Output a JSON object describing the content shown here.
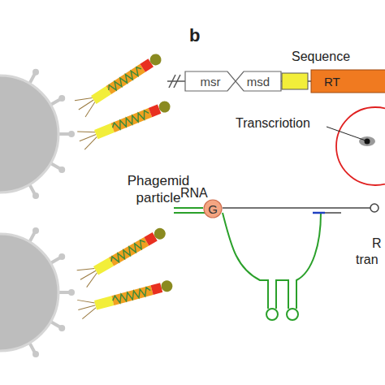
{
  "diagram": {
    "nodes": [
      {
        "text": [
          "msr"
        ]
      },
      {
        "text": [
          "msd"
        ]
      },
      {
        "text": [
          "RT"
        ]
      },
      {
        "text": [
          "G"
        ]
      }
    ],
    "labels": [
      "Phagemid particle",
      "b",
      "Sequence",
      "Transcriotion",
      "RNA",
      "R",
      "tran"
    ]
  }
}
